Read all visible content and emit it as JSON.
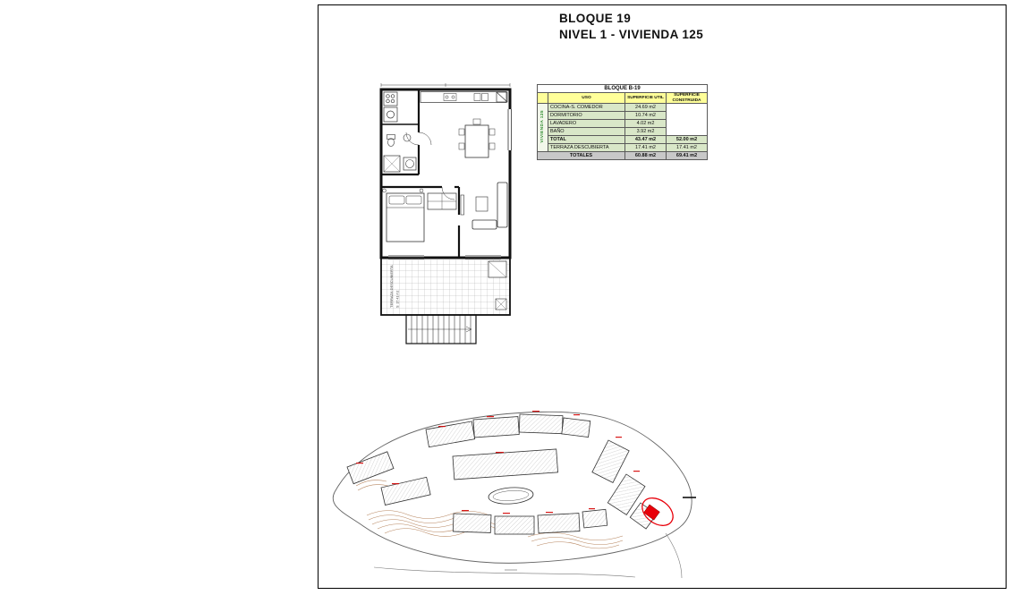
{
  "sheet": {
    "title_line1": "BLOQUE 19",
    "title_line2": "NIVEL 1 - VIVIENDA 125"
  },
  "area_table": {
    "title": "BLOQUE B-19",
    "side_label": "VIVIENDA 125",
    "col_uso": "USO",
    "col_util": "SUPERFICIE UTIL",
    "col_construida": "SUPERFICIE CONSTRUIDA",
    "rows": [
      {
        "uso": "COCINA-S. COMEDOR",
        "util": "24.69 m2"
      },
      {
        "uso": "DORMITORIO",
        "util": "10.74 m2"
      },
      {
        "uso": "LAVADERO",
        "util": "4.02 m2"
      },
      {
        "uso": "BAÑO",
        "util": "3.92 m2"
      }
    ],
    "total_row": {
      "uso": "TOTAL",
      "util": "43.47 m2",
      "construida": "52.00 m2"
    },
    "terraza_row": {
      "uso": "TERRAZA DESCUBIERTA",
      "util": "17.41 m2",
      "construida": "17.41 m2"
    },
    "totales_row": {
      "label": "TOTALES",
      "util": "60.88 m2",
      "construida": "69.41 m2"
    }
  },
  "floor_plan": {
    "terrace_label": "TERRAZA DESCUBIERTA",
    "terrace_area": "S: 17.41 m2"
  },
  "colors": {
    "header_yellow": "#ffff99",
    "row_green": "#d9e7c8",
    "totals_gray": "#c8c8c8",
    "highlight_red": "#e8000a",
    "contour_brown": "#b07a50"
  }
}
